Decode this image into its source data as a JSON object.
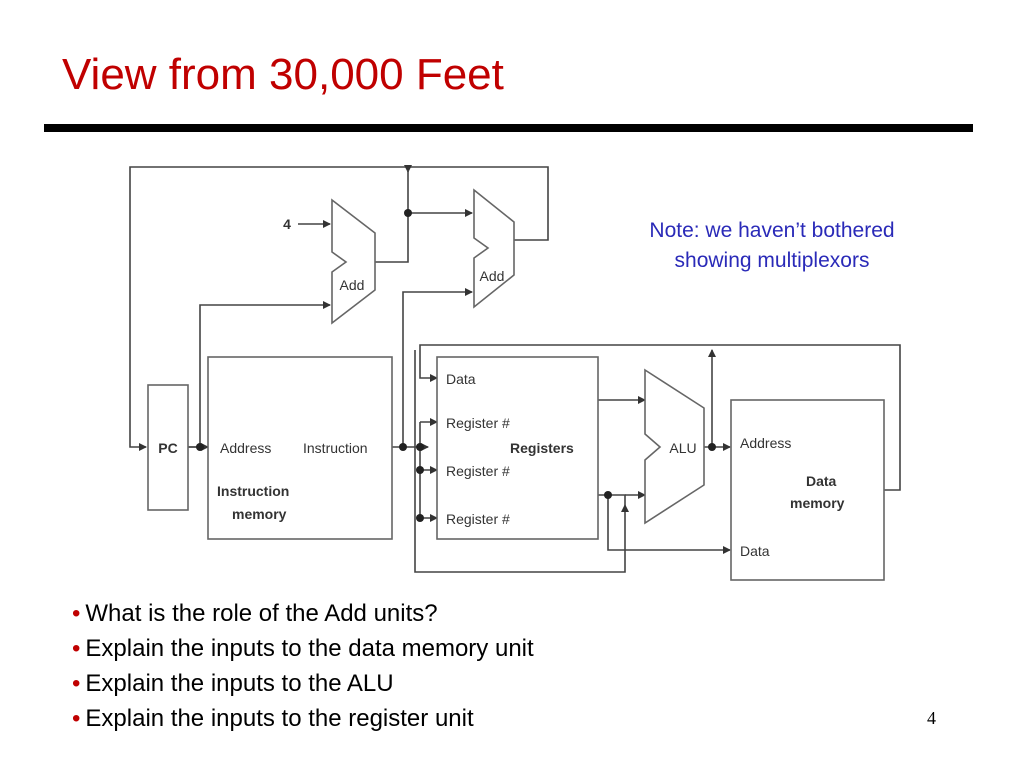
{
  "slide": {
    "title": "View from 30,000 Feet",
    "note_lines": [
      "Note: we haven’t bothered",
      "showing multiplexors"
    ],
    "page_number": "4",
    "bullet_symbol": "•",
    "bullets": [
      "What is the role of the Add units?",
      "Explain the inputs to the data memory unit",
      "Explain the inputs to the ALU",
      "Explain the inputs to the register unit"
    ],
    "colors": {
      "title": "#c00000",
      "note": "#2a2ab8",
      "bullet": "#c00000",
      "rule": "#000000"
    }
  },
  "diagram": {
    "pc_label": "PC",
    "add_label": "Add",
    "constant_four": "4",
    "alu_label": "ALU",
    "instruction_memory": {
      "address": "Address",
      "instruction": "Instruction",
      "name_line1": "Instruction",
      "name_line2": "memory"
    },
    "registers": {
      "data": "Data",
      "register_num": "Register #",
      "name": "Registers"
    },
    "data_memory": {
      "address": "Address",
      "data": "Data",
      "name_line1": "Data",
      "name_line2": "memory"
    }
  }
}
